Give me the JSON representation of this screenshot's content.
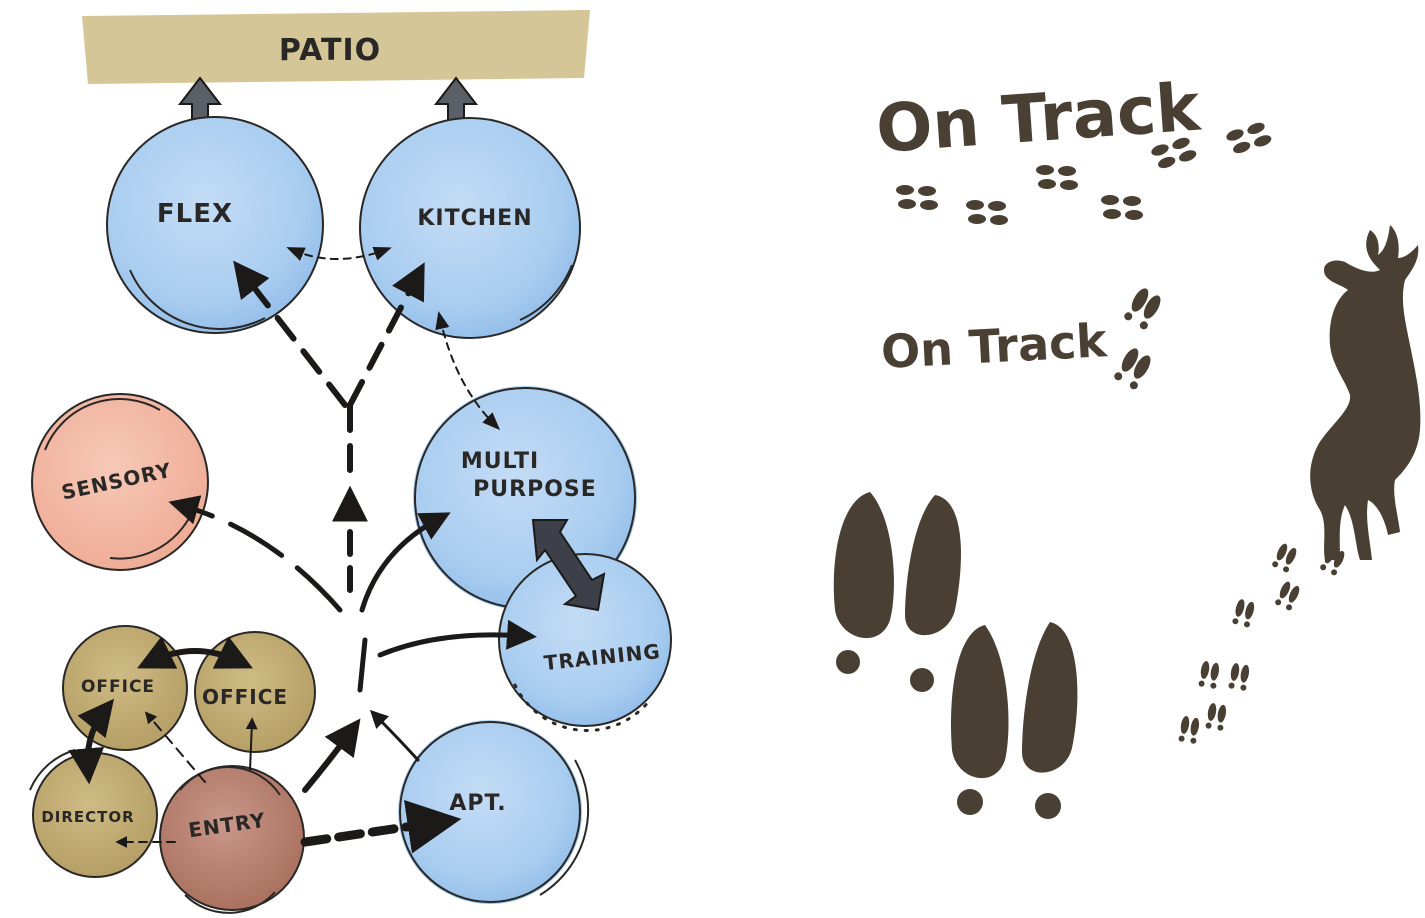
{
  "diagram": {
    "banner": {
      "label": "PATIO"
    },
    "rooms": {
      "flex": "FLEX",
      "kitchen": "KITCHEN",
      "sensory": "SENSORY",
      "multi_purpose_line1": "MULTI",
      "multi_purpose_line2": "PURPOSE",
      "training": "TRAINING",
      "office_left": "OFFICE",
      "office_right": "OFFICE",
      "director": "DIRECTOR",
      "entry": "ENTRY",
      "apt": "APT."
    }
  },
  "logo": {
    "title_large": "On Track",
    "title_small": "On Track"
  },
  "colors": {
    "blue_room": "#a9cdf0",
    "sensory_room": "#f3b7a3",
    "office_room": "#c2ac73",
    "entry_room": "#b98371",
    "banner": "#d2c391",
    "track_brown": "#4a3f33",
    "ink": "#2a2826"
  }
}
